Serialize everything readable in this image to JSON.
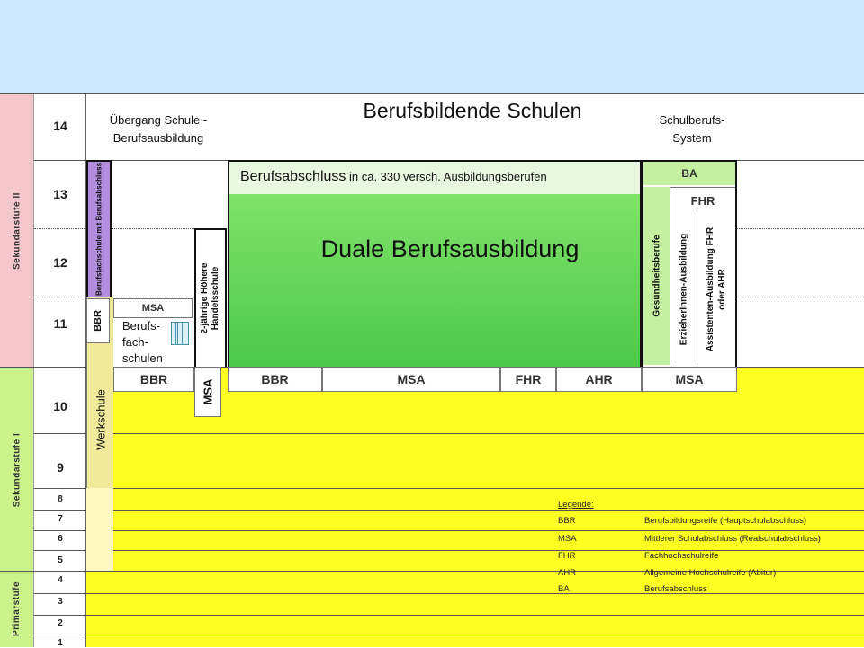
{
  "header": {
    "title": "Berufsbildende Schulen",
    "left_line1": "Übergang Schule -",
    "left_line2": "Berufsausbildung",
    "right_line1": "Schulberufs-",
    "right_line2": "System"
  },
  "stages": {
    "sek2": "Sekundarstufe II",
    "sek1": "Sekundarstufe I",
    "prim": "Primarstufe"
  },
  "grades": [
    "14",
    "13",
    "12",
    "11",
    "10",
    "9",
    "8",
    "7",
    "6",
    "5",
    "4",
    "3",
    "2",
    "1"
  ],
  "main": {
    "abschluss_bold": "Berufsabschluss",
    "abschluss_rest": " in ca. 330 versch. Ausbildungsberufen",
    "duale": "Duale Berufsausbildung"
  },
  "columns": {
    "berufsfachschule_mit": "Berufsfachschule mit Berufsabschluss",
    "werkschule": "Werkschule",
    "bbr_vertical": "BBR",
    "msa_small": "MSA",
    "berufsfachschulen_1": "Berufs-",
    "berufsfachschulen_2": "fach-",
    "berufsfachschulen_3": "schulen",
    "handelsschule": "2-jährige Höhere Handelsschule",
    "msa_vertical": "MSA",
    "gesundheit": "Gesundheitsberufe",
    "erzieher": "ErzieherInnen-Ausbildung",
    "assistenten": "Assistenten-Ausbildung FHR oder AHR",
    "ba": "BA",
    "fhr_box": "FHR"
  },
  "bottom_row": [
    "BBR",
    "BBR",
    "MSA",
    "FHR",
    "AHR",
    "MSA"
  ],
  "legend": {
    "title": "Legende:",
    "items": [
      {
        "abbr": "BBR",
        "text": "Berufsbildungsreife (Hauptschulabschluss)"
      },
      {
        "abbr": "MSA",
        "text": "Mittlerer Schulabschluss (Realschulabschluss)"
      },
      {
        "abbr": "FHR",
        "text": "Fachhochschulreife"
      },
      {
        "abbr": "AHR",
        "text": "Allgemeine Hochschulreife (Abitur)"
      },
      {
        "abbr": "BA",
        "text": "Berufsabschluss"
      }
    ]
  },
  "colors": {
    "sky": "#cbeafb",
    "yellow": "#ffff22",
    "pink": "#f4c7cc",
    "lime": "#ccf28c",
    "purple": "#b38ee0",
    "green_top": "#8be66f",
    "green_bottom": "#4cc94a"
  }
}
